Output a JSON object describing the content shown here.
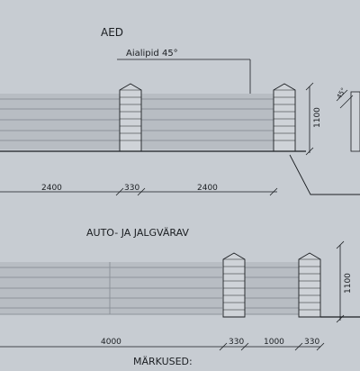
{
  "fence": {
    "title": "AED",
    "callout": "Aialipid 45°",
    "height_dim": "1100",
    "dims": [
      "2400",
      "330",
      "2400"
    ]
  },
  "gate": {
    "title": "AUTO- JA JALGVÄRAV",
    "height_dim": "1100",
    "dims": [
      "4000",
      "330",
      "1000",
      "330"
    ]
  },
  "notes_title": "MÄRKUSED:",
  "side_angle": "45°",
  "colors": {
    "paper": "#c7ccd2",
    "ink": "#1b1e22",
    "board": "#b8bdc3",
    "board_line": "#8e949b",
    "post": "#cfd3d8"
  }
}
